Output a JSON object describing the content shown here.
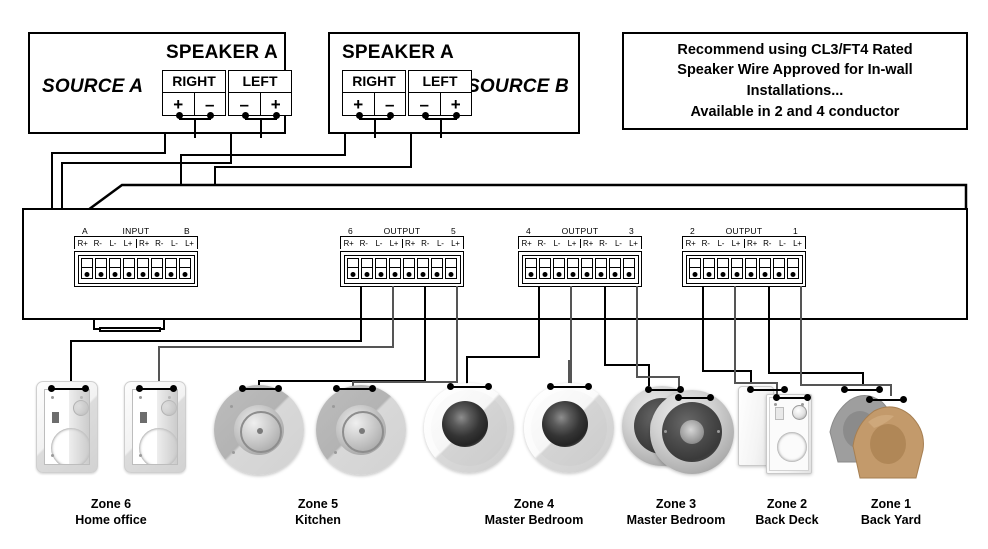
{
  "diagram": {
    "title": "Multi-zone amplifier speaker wiring diagram"
  },
  "sources": [
    {
      "id": "source-a",
      "name": "SOURCE A",
      "speaker_label": "SPEAKER A",
      "channels": [
        {
          "name": "RIGHT",
          "polarity": [
            "+",
            "–"
          ]
        },
        {
          "name": "LEFT",
          "polarity": [
            "–",
            "+"
          ]
        }
      ]
    },
    {
      "id": "source-b",
      "name": "SOURCE B",
      "speaker_label": "SPEAKER A",
      "channels": [
        {
          "name": "RIGHT",
          "polarity": [
            "+",
            "–"
          ]
        },
        {
          "name": "LEFT",
          "polarity": [
            "–",
            "+"
          ]
        }
      ]
    }
  ],
  "note": {
    "line1": "Recommend using CL3/FT4 Rated",
    "line2": "Speaker Wire Approved for In-wall",
    "line3": "Installations...",
    "line4": "Available in 2 and 4 conductor"
  },
  "amplifier": {
    "terminals": [
      {
        "id": "input-terminal",
        "type": "INPUT",
        "left_group": "A",
        "right_group": "B",
        "pins": [
          "R+",
          "R-",
          "L-",
          "L+",
          "R+",
          "R-",
          "L-",
          "L+"
        ]
      },
      {
        "id": "output-terminal-6-5",
        "type": "OUTPUT",
        "left_group": "6",
        "right_group": "5",
        "pins": [
          "R+",
          "R-",
          "L-",
          "L+",
          "R+",
          "R-",
          "L-",
          "L+"
        ]
      },
      {
        "id": "output-terminal-4-3",
        "type": "OUTPUT",
        "left_group": "4",
        "right_group": "3",
        "pins": [
          "R+",
          "R-",
          "L-",
          "L+",
          "R+",
          "R-",
          "L-",
          "L+"
        ]
      },
      {
        "id": "output-terminal-2-1",
        "type": "OUTPUT",
        "left_group": "2",
        "right_group": "1",
        "pins": [
          "R+",
          "R-",
          "L-",
          "L+",
          "R+",
          "R-",
          "L-",
          "L+"
        ]
      }
    ]
  },
  "zones": [
    {
      "id": "zone-6",
      "zone": "Zone 6",
      "room": "Home office",
      "speaker_type": "in-wall-rectangular"
    },
    {
      "id": "zone-5",
      "zone": "Zone 5",
      "room": "Kitchen",
      "speaker_type": "in-ceiling-grey-round"
    },
    {
      "id": "zone-4",
      "zone": "Zone 4",
      "room": "Master Bedroom",
      "speaker_type": "in-ceiling-white-round"
    },
    {
      "id": "zone-3",
      "zone": "Zone 3",
      "room": "Master Bedroom",
      "speaker_type": "in-ceiling-dark-round"
    },
    {
      "id": "zone-2",
      "zone": "Zone 2",
      "room": "Back Deck",
      "speaker_type": "surface-box"
    },
    {
      "id": "zone-1",
      "zone": "Zone 1",
      "room": "Back Yard",
      "speaker_type": "outdoor-rock"
    }
  ],
  "colors": {
    "line": "#000000",
    "wire_grey": "#555555",
    "background": "#ffffff"
  }
}
